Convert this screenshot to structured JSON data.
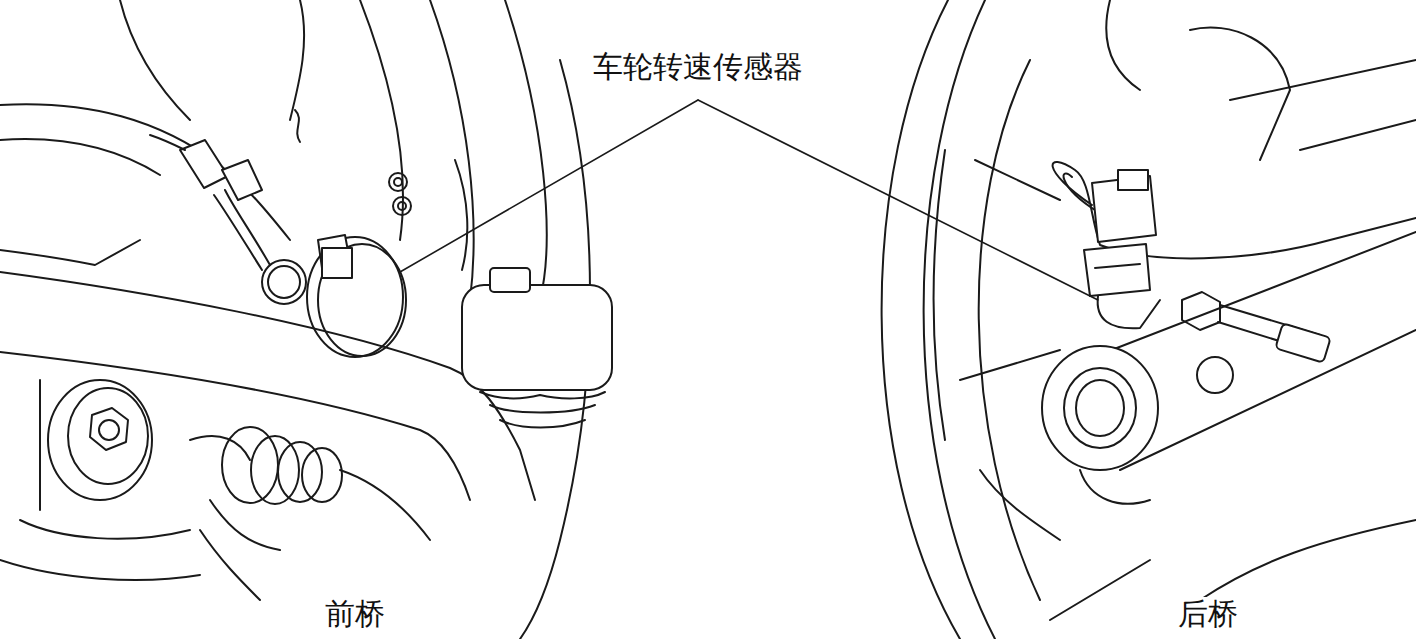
{
  "diagram": {
    "labels": [
      "车轮转速传感器",
      "前桥",
      "后桥"
    ]
  }
}
